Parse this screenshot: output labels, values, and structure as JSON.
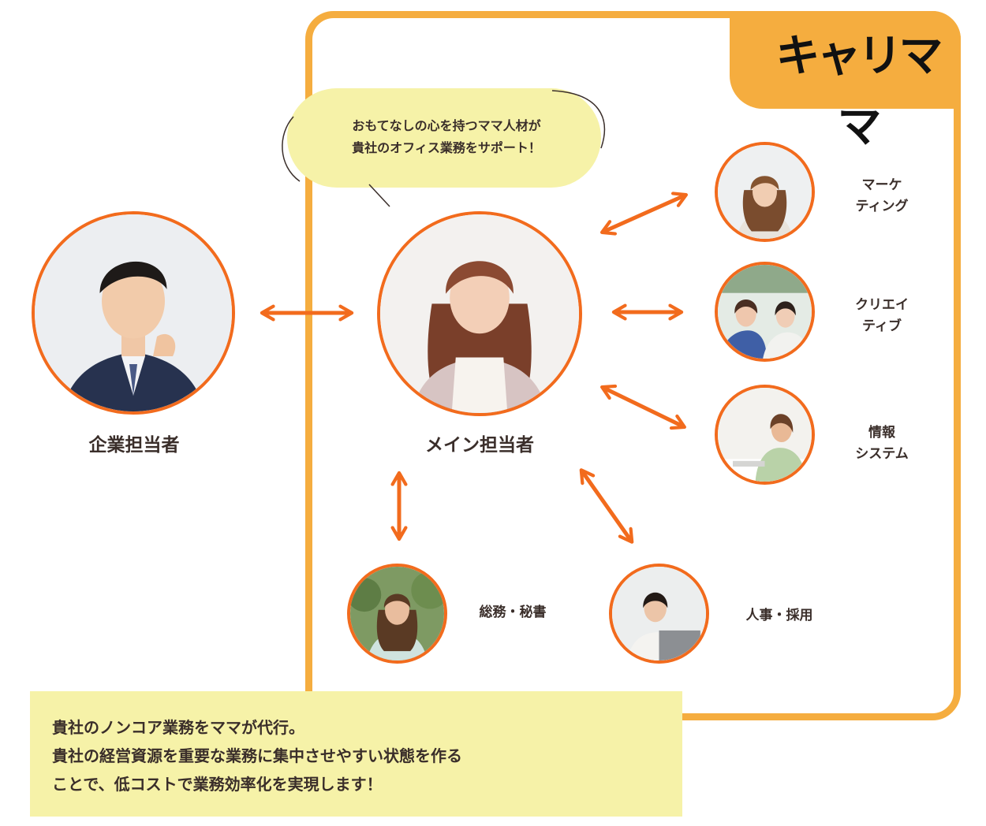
{
  "brand": {
    "logo_text": "キャリママ"
  },
  "speech_bubble": {
    "text": "おもてなしの心を持つママ人材が\n貴社のオフィス業務をサポート！"
  },
  "people": {
    "client": {
      "label": "企業担当者"
    },
    "main": {
      "label": "メイン担当者"
    },
    "marketing": {
      "label": "マーケ\nティング"
    },
    "creative": {
      "label": "クリエイ\nティブ"
    },
    "it": {
      "label": "情報\nシステム"
    },
    "general": {
      "label": "総務・秘書"
    },
    "hr": {
      "label": "人事・採用"
    }
  },
  "note": {
    "text": "貴社のノンコア業務をママが代行。\n貴社の経営資源を重要な業務に集中させやすい状態を作る\nことで、低コストで業務効率化を実現します！"
  },
  "colors": {
    "accent": "#f26b1d",
    "frame": "#f5ad3f",
    "bubble": "#f6f2a8",
    "text": "#3a2e2a"
  }
}
